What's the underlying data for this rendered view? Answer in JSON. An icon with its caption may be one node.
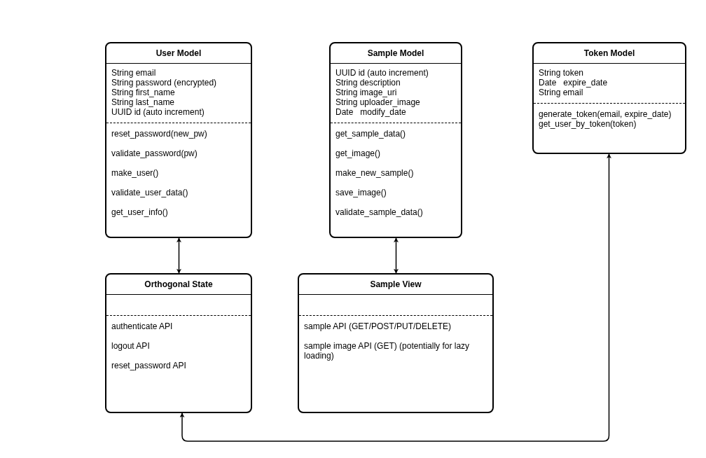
{
  "diagram": {
    "nodes": [
      {
        "text": [
          "User Model",
          "String email",
          "String password (encrypted)",
          "String first_name",
          "String last_name",
          "UUID id (auto increment)",
          "reset_password(new_pw)",
          "validate_password(pw)",
          "make_user()",
          "validate_user_data()",
          "get_user_info()"
        ]
      },
      {
        "text": [
          "Sample Model",
          "UUID id (auto increment)",
          "String description",
          "String image_uri",
          "String uploader_image",
          "Date   modify_date",
          "get_sample_data()",
          "get_image()",
          "make_new_sample()",
          "save_image()",
          "validate_sample_data()"
        ]
      },
      {
        "text": [
          "Token Model",
          "String token",
          "Date   expire_date",
          "String email",
          "generate_token(email, expire_date)",
          "get_user_by_token(token)"
        ]
      },
      {
        "text": [
          "Orthogonal State",
          "authenticate API",
          "logout API",
          "reset_password API"
        ]
      },
      {
        "text": [
          "Sample View",
          "sample API (GET/POST/PUT/DELETE)",
          "sample image API (GET) (potentially for lazy loading)"
        ]
      }
    ],
    "edges": [
      {
        "from": 0,
        "to": 3,
        "arrow": "both"
      },
      {
        "from": 1,
        "to": 4,
        "arrow": "both"
      },
      {
        "from": 3,
        "to": 2,
        "arrow": "both"
      }
    ]
  }
}
